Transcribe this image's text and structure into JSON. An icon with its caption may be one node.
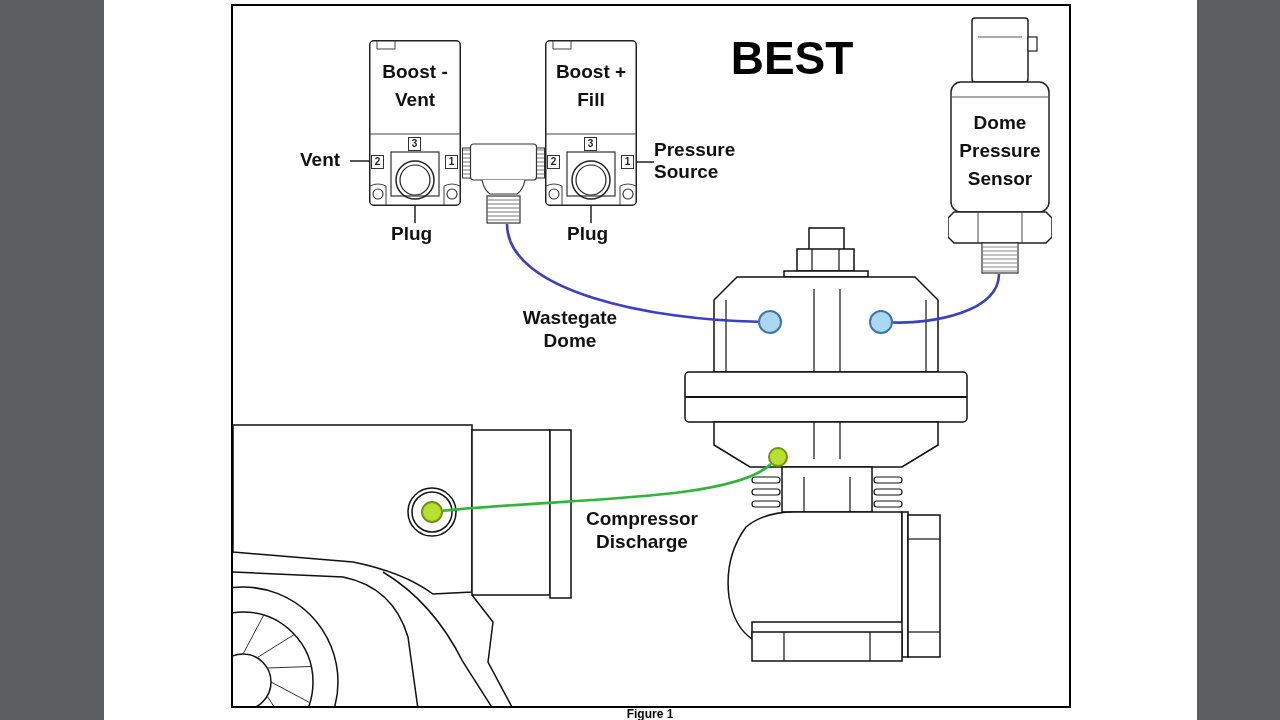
{
  "diagram": {
    "title": "BEST",
    "caption": "Figure 1",
    "nodes": [
      {
        "text": [
          "Boost - Vent"
        ]
      },
      {
        "text": [
          "Boost + Fill"
        ]
      },
      {
        "text": [
          "Dome Pressure Sensor"
        ]
      },
      {
        "text": [
          "Vent"
        ]
      },
      {
        "text": [
          "Plug"
        ]
      },
      {
        "text": [
          "Plug"
        ]
      },
      {
        "text": [
          "Pressure Source"
        ]
      },
      {
        "text": [],
        "shape": "picture"
      },
      {
        "text": [],
        "shape": "picture"
      },
      {
        "text": [],
        "shape": "circle",
        "in": 8
      },
      {
        "text": [],
        "shape": "circle",
        "in": 8
      },
      {
        "text": [],
        "shape": "circle",
        "in": 8
      },
      {
        "text": [],
        "shape": "picture"
      },
      {
        "text": [],
        "shape": "circle",
        "in": 12
      }
    ],
    "edges": [
      {
        "from": 3,
        "to": 0,
        "arrow": "none"
      },
      {
        "from": 4,
        "to": 0,
        "arrow": "none"
      },
      {
        "from": 5,
        "to": 1,
        "arrow": "none"
      },
      {
        "from": 6,
        "to": 1,
        "arrow": "none"
      },
      {
        "from": 7,
        "to": 9,
        "arrow": "none",
        "color": "#3a3fc4"
      },
      {
        "from": 2,
        "to": 10,
        "arrow": "none",
        "color": "#3a3fc4"
      },
      {
        "from": 13,
        "to": 11,
        "arrow": "none",
        "color": "#2fb53a"
      }
    ],
    "labels": [
      "3",
      "2",
      "1",
      "3",
      "2",
      "1",
      "Wastegate Dome",
      "Compressor Discharge"
    ]
  }
}
